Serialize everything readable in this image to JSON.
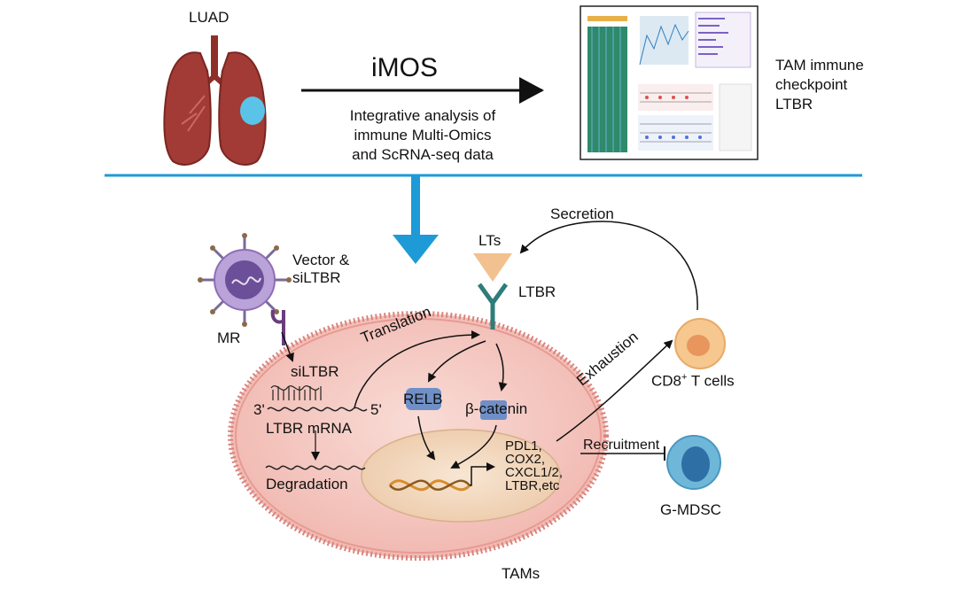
{
  "top": {
    "luad_label": "LUAD",
    "imos_label": "iMOS",
    "analysis_lines": [
      "Integrative analysis of",
      "immune Multi-Omics",
      "and ScRNA-seq data"
    ],
    "result_lines": [
      "TAM immune",
      "checkpoint",
      "LTBR"
    ]
  },
  "mechanism": {
    "secretion": "Secretion",
    "lts": "LTs",
    "ltbr": "LTBR",
    "vector_lines": [
      "Vector &",
      "siLTBR"
    ],
    "mr": "MR",
    "translation": "Translation",
    "siltbr": "siLTBR",
    "three_prime": "3'",
    "five_prime": "5'",
    "ltbr_mrna": "LTBR mRNA",
    "relb": "RELB",
    "beta_catenin": "β-catenin",
    "degradation": "Degradation",
    "targets": [
      "PDL1,",
      "COX2,",
      "CXCL1/2,",
      "LTBR,etc"
    ],
    "exhaustion": "Exhaustion",
    "cd8": "CD8",
    "cd8_sup": "+",
    "cd8_suffix": " T cells",
    "recruitment": "Recruitment",
    "gmdsc": "G-MDSC",
    "tams": "TAMs"
  },
  "colors": {
    "divider": "#1e9ad6",
    "down_arrow": "#1e9ad6",
    "lung": "#a23b35",
    "tumor": "#5bc3e8",
    "cell_fill": "#f6c9c4",
    "cell_border": "#d9837d",
    "nucleus": "#f3dcc6",
    "ltbr_receptor": "#2e7d7a",
    "lts_triangle": "#f2c18f",
    "relb": "#6f8fc6",
    "cd8_outer": "#f6c78e",
    "cd8_inner": "#e8965e",
    "gmdsc_outer": "#6fb7d9",
    "gmdsc_inner": "#2e6fa6",
    "virus": "#8f6eb5",
    "receptor_mr": "#6b3c7d"
  }
}
